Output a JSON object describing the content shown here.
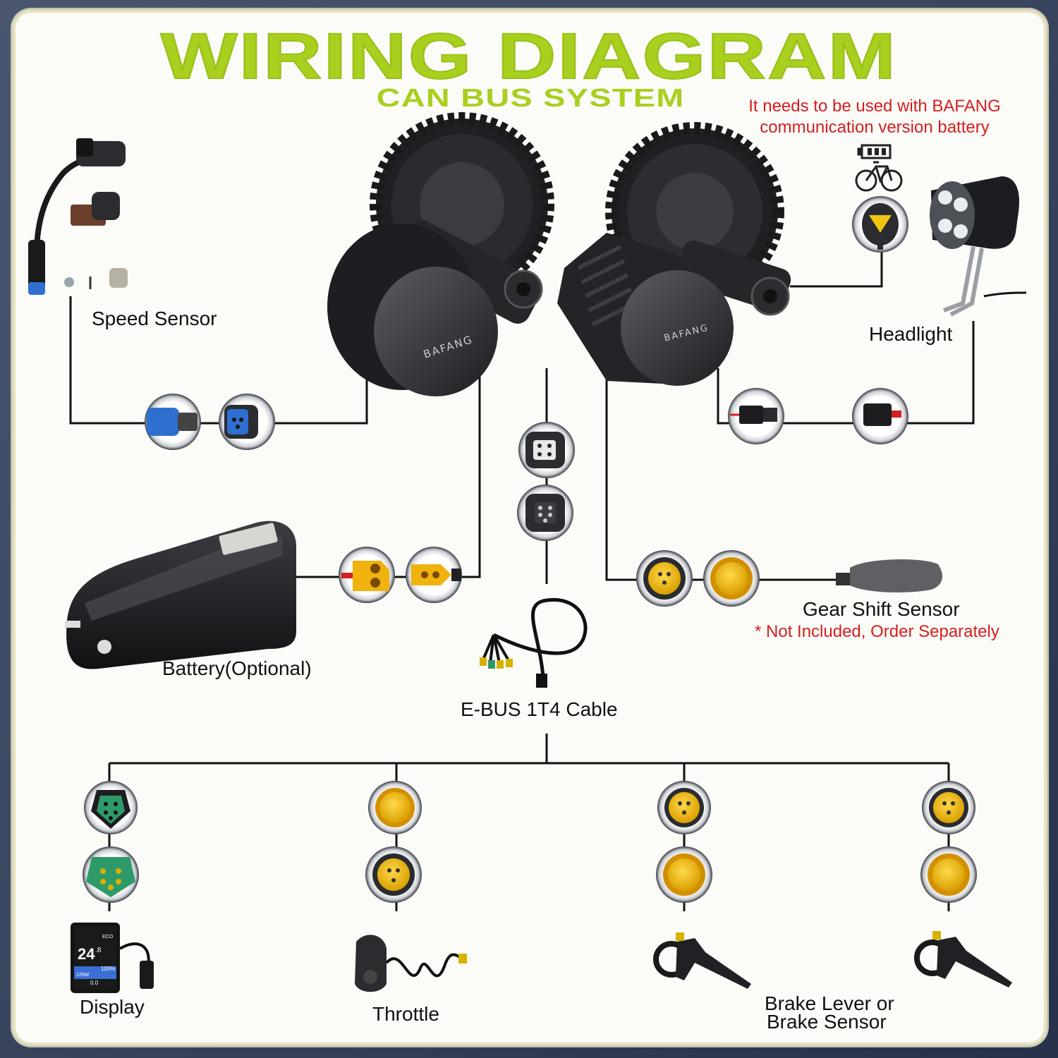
{
  "title": "WIRING DIAGRAM",
  "subtitle": "CAN BUS SYSTEM",
  "battery_note": "It needs to be used with BAFANG communication version battery",
  "battery_note_lines": [
    "It needs to be used with BAFANG",
    "communication version battery"
  ],
  "motor_brand": "BAFANG",
  "labels": {
    "speed_sensor": "Speed Sensor",
    "headlight": "Headlight",
    "battery": "Battery(Optional)",
    "gear_shift_sensor": "Gear Shift Sensor",
    "not_included": "* Not Included, Order Separately",
    "ebus_cable": "E-BUS 1T4 Cable",
    "display": "Display",
    "throttle": "Throttle",
    "brake_line1": "Brake Lever or",
    "brake_line2": "Brake Sensor"
  },
  "display_screen": {
    "speed": "24",
    "speed_decimal": ".8",
    "mode": "ECO",
    "battery": "100%",
    "power": "125W",
    "trip": "0.0"
  },
  "colors": {
    "title": "#a9cf1f",
    "note": "#d42020",
    "connector_blue": "#2f6fd0",
    "connector_yellow": "#f2c412",
    "connector_green": "#2e9a6a",
    "xt60": "#f0b20c"
  },
  "icons": [
    "battery-icon",
    "bicycle-icon"
  ]
}
